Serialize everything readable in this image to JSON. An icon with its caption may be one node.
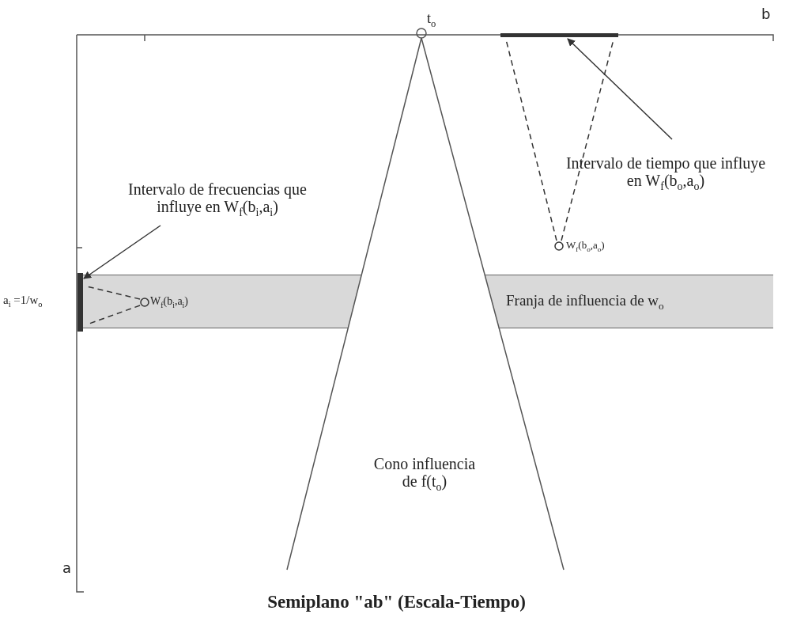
{
  "diagram": {
    "caption": "Semiplano \"ab\" (Escala-Tiempo)",
    "nodes": [
      {
        "text": [
          "Intervalo de frecuencias que influye en W$_{f}$(b$_{i}$,a$_{i}$)"
        ]
      },
      {
        "text": [],
        "shape": "bar"
      },
      {
        "text": [
          "Intervalo de tiempo que influye en W$_{f}$(b$_{o}$,a$_{o}$)"
        ]
      },
      {
        "text": [],
        "shape": "bar"
      },
      {
        "text": [
          "Franja de influencia de w$_{o}$"
        ]
      }
    ],
    "edges": [
      {
        "from": 0,
        "to": 1,
        "arrow": "to"
      },
      {
        "from": 2,
        "to": 3,
        "arrow": "to"
      }
    ],
    "labels": [
      "t$_{o}$",
      "b",
      "a$_{i}$ =1/w$_{o}$",
      "W$_{f}$(b$_{i}$,a$_{i}$)",
      "W$_{f}$(b$_{o}$,a$_{o}$)",
      "Cono influencia de f(t$_{o}$)",
      "a"
    ]
  }
}
